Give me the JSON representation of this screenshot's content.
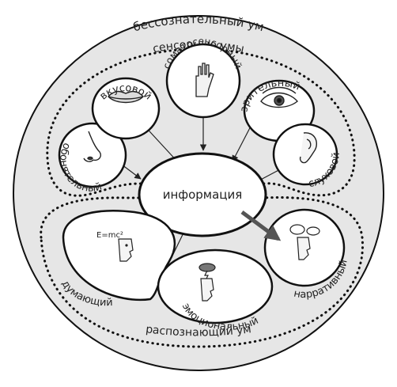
{
  "outer": {
    "label": "бессознательный ум"
  },
  "sensory": {
    "label": "сенсорные умы",
    "items": [
      {
        "key": "smell",
        "label": "обонятельный",
        "icon": "nose-icon"
      },
      {
        "key": "taste",
        "label": "вкусовой",
        "icon": "lips-icon"
      },
      {
        "key": "touch",
        "label": "соматосенсорный",
        "icon": "hand-icon"
      },
      {
        "key": "sight",
        "label": "зрительный",
        "icon": "eye-icon"
      },
      {
        "key": "hearing",
        "label": "слуховой",
        "icon": "ear-icon"
      }
    ]
  },
  "center": {
    "label": "информация"
  },
  "cognitive": {
    "label": "распознающий ум",
    "items": [
      {
        "key": "thinking",
        "label": "думающий",
        "icon": "head-formula-icon",
        "formula": "E=mc²"
      },
      {
        "key": "emotional",
        "label": "эмоциональный",
        "icon": "head-storm-icon"
      },
      {
        "key": "narrative",
        "label": "нарративный",
        "icon": "head-speech-icon"
      }
    ]
  },
  "colors": {
    "background": "#ffffff",
    "outer_fill": "#e6e6e6",
    "stroke": "#111111",
    "bold_arrow": "#555555"
  }
}
